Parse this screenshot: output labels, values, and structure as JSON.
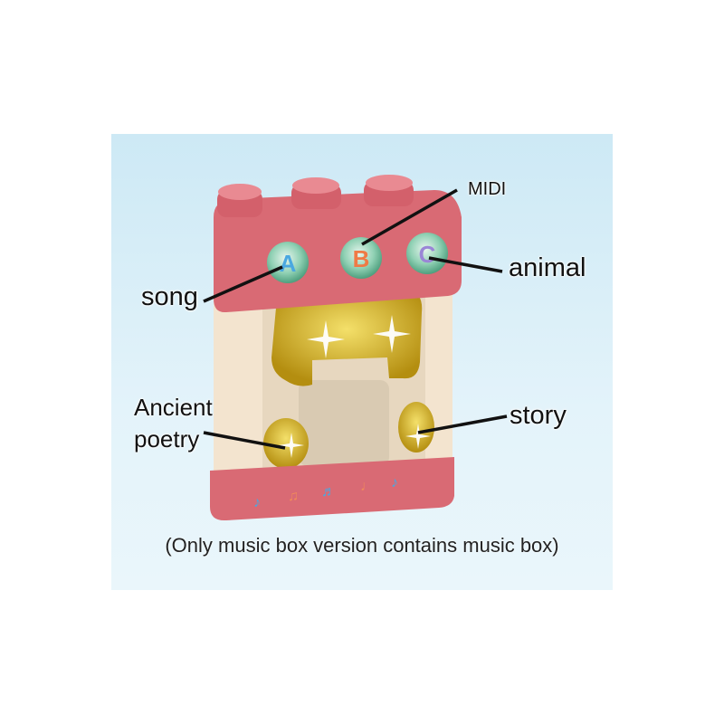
{
  "labels": {
    "midi": "MIDI",
    "animal": "animal",
    "song": "song",
    "ancient_poetry_line1": "Ancient",
    "ancient_poetry_line2": "poetry",
    "story": "story"
  },
  "buttons": {
    "a": "A",
    "b": "B",
    "c": "C"
  },
  "caption": "(Only music box version contains music box)",
  "colors": {
    "pink": "#d96a74",
    "cream": "#f3e4cf",
    "gold": "#d7b321",
    "button_green": "#7cc7a6",
    "background": "#d6eef8"
  }
}
